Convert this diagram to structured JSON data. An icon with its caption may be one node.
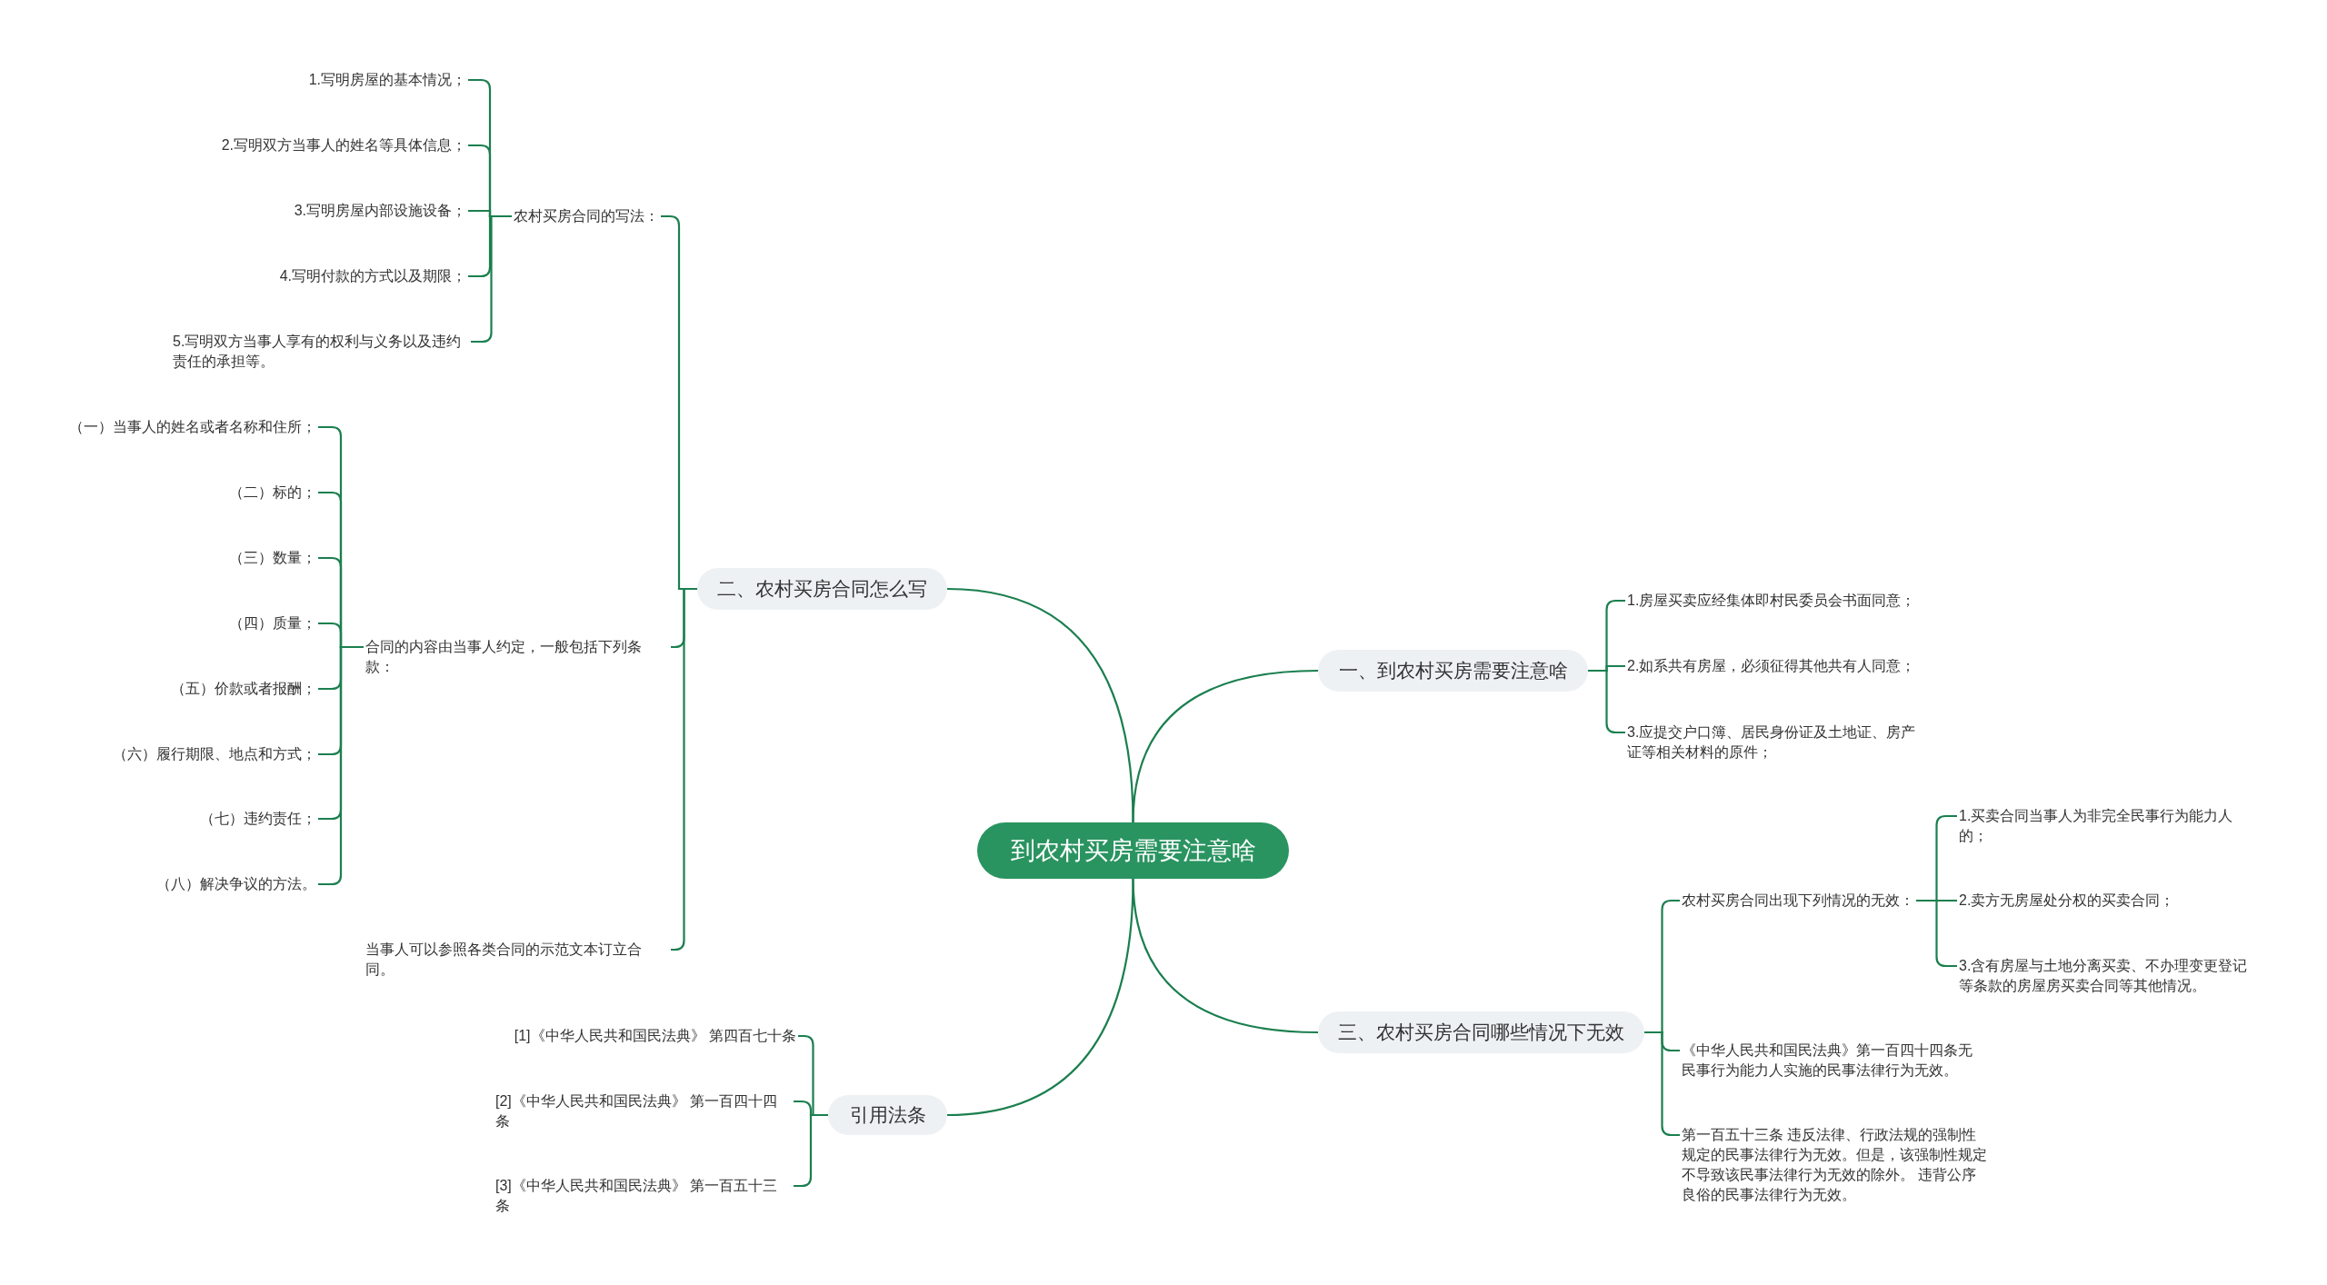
{
  "diagram": {
    "nodes": [
      {
        "text": [
          "到农村买房需要注意啥"
        ]
      },
      {
        "text": [
          "一、到农村买房需要注意啥"
        ]
      },
      {
        "text": [
          "1.房屋买卖应经集体即村民委员会书面同意；"
        ]
      },
      {
        "text": [
          "2.如系共有房屋，必须征得其他共有人同意；"
        ]
      },
      {
        "text": [
          "3.应提交户口簿、居民身份证及土地证、房产证等相关材料的原件；"
        ]
      },
      {
        "text": [
          "二、农村买房合同怎么写"
        ]
      },
      {
        "text": [
          "农村买房合同的写法："
        ]
      },
      {
        "text": [
          "1.写明房屋的基本情况；"
        ]
      },
      {
        "text": [
          "2.写明双方当事人的姓名等具体信息；"
        ]
      },
      {
        "text": [
          "3.写明房屋内部设施设备；"
        ]
      },
      {
        "text": [
          "4.写明付款的方式以及期限；"
        ]
      },
      {
        "text": [
          "5.写明双方当事人享有的权利与义务以及违约责任的承担等。"
        ]
      },
      {
        "text": [
          "合同的内容由当事人约定，一般包括下列条款："
        ]
      },
      {
        "text": [
          "（一）当事人的姓名或者名称和住所；"
        ]
      },
      {
        "text": [
          "（二）标的；"
        ]
      },
      {
        "text": [
          "（三）数量；"
        ]
      },
      {
        "text": [
          "（四）质量；"
        ]
      },
      {
        "text": [
          "（五）价款或者报酬；"
        ]
      },
      {
        "text": [
          "（六）履行期限、地点和方式；"
        ]
      },
      {
        "text": [
          "（七）违约责任；"
        ]
      },
      {
        "text": [
          "（八）解决争议的方法。"
        ]
      },
      {
        "text": [
          "当事人可以参照各类合同的示范文本订立合同。"
        ]
      },
      {
        "text": [
          "三、农村买房合同哪些情况下无效"
        ]
      },
      {
        "text": [
          "农村买房合同出现下列情况的无效："
        ]
      },
      {
        "text": [
          "1.买卖合同当事人为非完全民事行为能力人的；"
        ]
      },
      {
        "text": [
          "2.卖方无房屋处分权的买卖合同；"
        ]
      },
      {
        "text": [
          "3.含有房屋与土地分离买卖、不办理变更登记等条款的房屋房买卖合同等其他情况。"
        ]
      },
      {
        "text": [
          "《中华人民共和国民法典》第一百四十四条无民事行为能力人实施的民事法律行为无效。"
        ]
      },
      {
        "text": [
          "第一百五十三条 违反法律、行政法规的强制性规定的民事法律行为无效。但是，该强制性规定不导致该民事法律行为无效的除外。 违背公序良俗的民事法律行为无效。"
        ]
      },
      {
        "text": [
          "引用法条"
        ]
      },
      {
        "text": [
          "[1]《中华人民共和国民法典》 第四百七十条"
        ]
      },
      {
        "text": [
          "[2]《中华人民共和国民法典》 第一百四十四条"
        ]
      },
      {
        "text": [
          "[3]《中华人民共和国民法典》 第一百五十三条"
        ]
      }
    ],
    "edges": [
      {
        "from": 0,
        "to": 1,
        "arrow": "none"
      },
      {
        "from": 0,
        "to": 5,
        "arrow": "none"
      },
      {
        "from": 0,
        "to": 22,
        "arrow": "none"
      },
      {
        "from": 0,
        "to": 29,
        "arrow": "none"
      },
      {
        "from": 1,
        "to": 2,
        "arrow": "none"
      },
      {
        "from": 1,
        "to": 3,
        "arrow": "none"
      },
      {
        "from": 1,
        "to": 4,
        "arrow": "none"
      },
      {
        "from": 5,
        "to": 6,
        "arrow": "none"
      },
      {
        "from": 5,
        "to": 12,
        "arrow": "none"
      },
      {
        "from": 5,
        "to": 21,
        "arrow": "none"
      },
      {
        "from": 6,
        "to": 7,
        "arrow": "none"
      },
      {
        "from": 6,
        "to": 8,
        "arrow": "none"
      },
      {
        "from": 6,
        "to": 9,
        "arrow": "none"
      },
      {
        "from": 6,
        "to": 10,
        "arrow": "none"
      },
      {
        "from": 6,
        "to": 11,
        "arrow": "none"
      },
      {
        "from": 12,
        "to": 13,
        "arrow": "none"
      },
      {
        "from": 12,
        "to": 14,
        "arrow": "none"
      },
      {
        "from": 12,
        "to": 15,
        "arrow": "none"
      },
      {
        "from": 12,
        "to": 16,
        "arrow": "none"
      },
      {
        "from": 12,
        "to": 17,
        "arrow": "none"
      },
      {
        "from": 12,
        "to": 18,
        "arrow": "none"
      },
      {
        "from": 12,
        "to": 19,
        "arrow": "none"
      },
      {
        "from": 12,
        "to": 20,
        "arrow": "none"
      },
      {
        "from": 22,
        "to": 23,
        "arrow": "none"
      },
      {
        "from": 22,
        "to": 27,
        "arrow": "none"
      },
      {
        "from": 22,
        "to": 28,
        "arrow": "none"
      },
      {
        "from": 23,
        "to": 24,
        "arrow": "none"
      },
      {
        "from": 23,
        "to": 25,
        "arrow": "none"
      },
      {
        "from": 23,
        "to": 26,
        "arrow": "none"
      },
      {
        "from": 29,
        "to": 30,
        "arrow": "none"
      },
      {
        "from": 29,
        "to": 31,
        "arrow": "none"
      },
      {
        "from": 29,
        "to": 32,
        "arrow": "none"
      }
    ]
  }
}
